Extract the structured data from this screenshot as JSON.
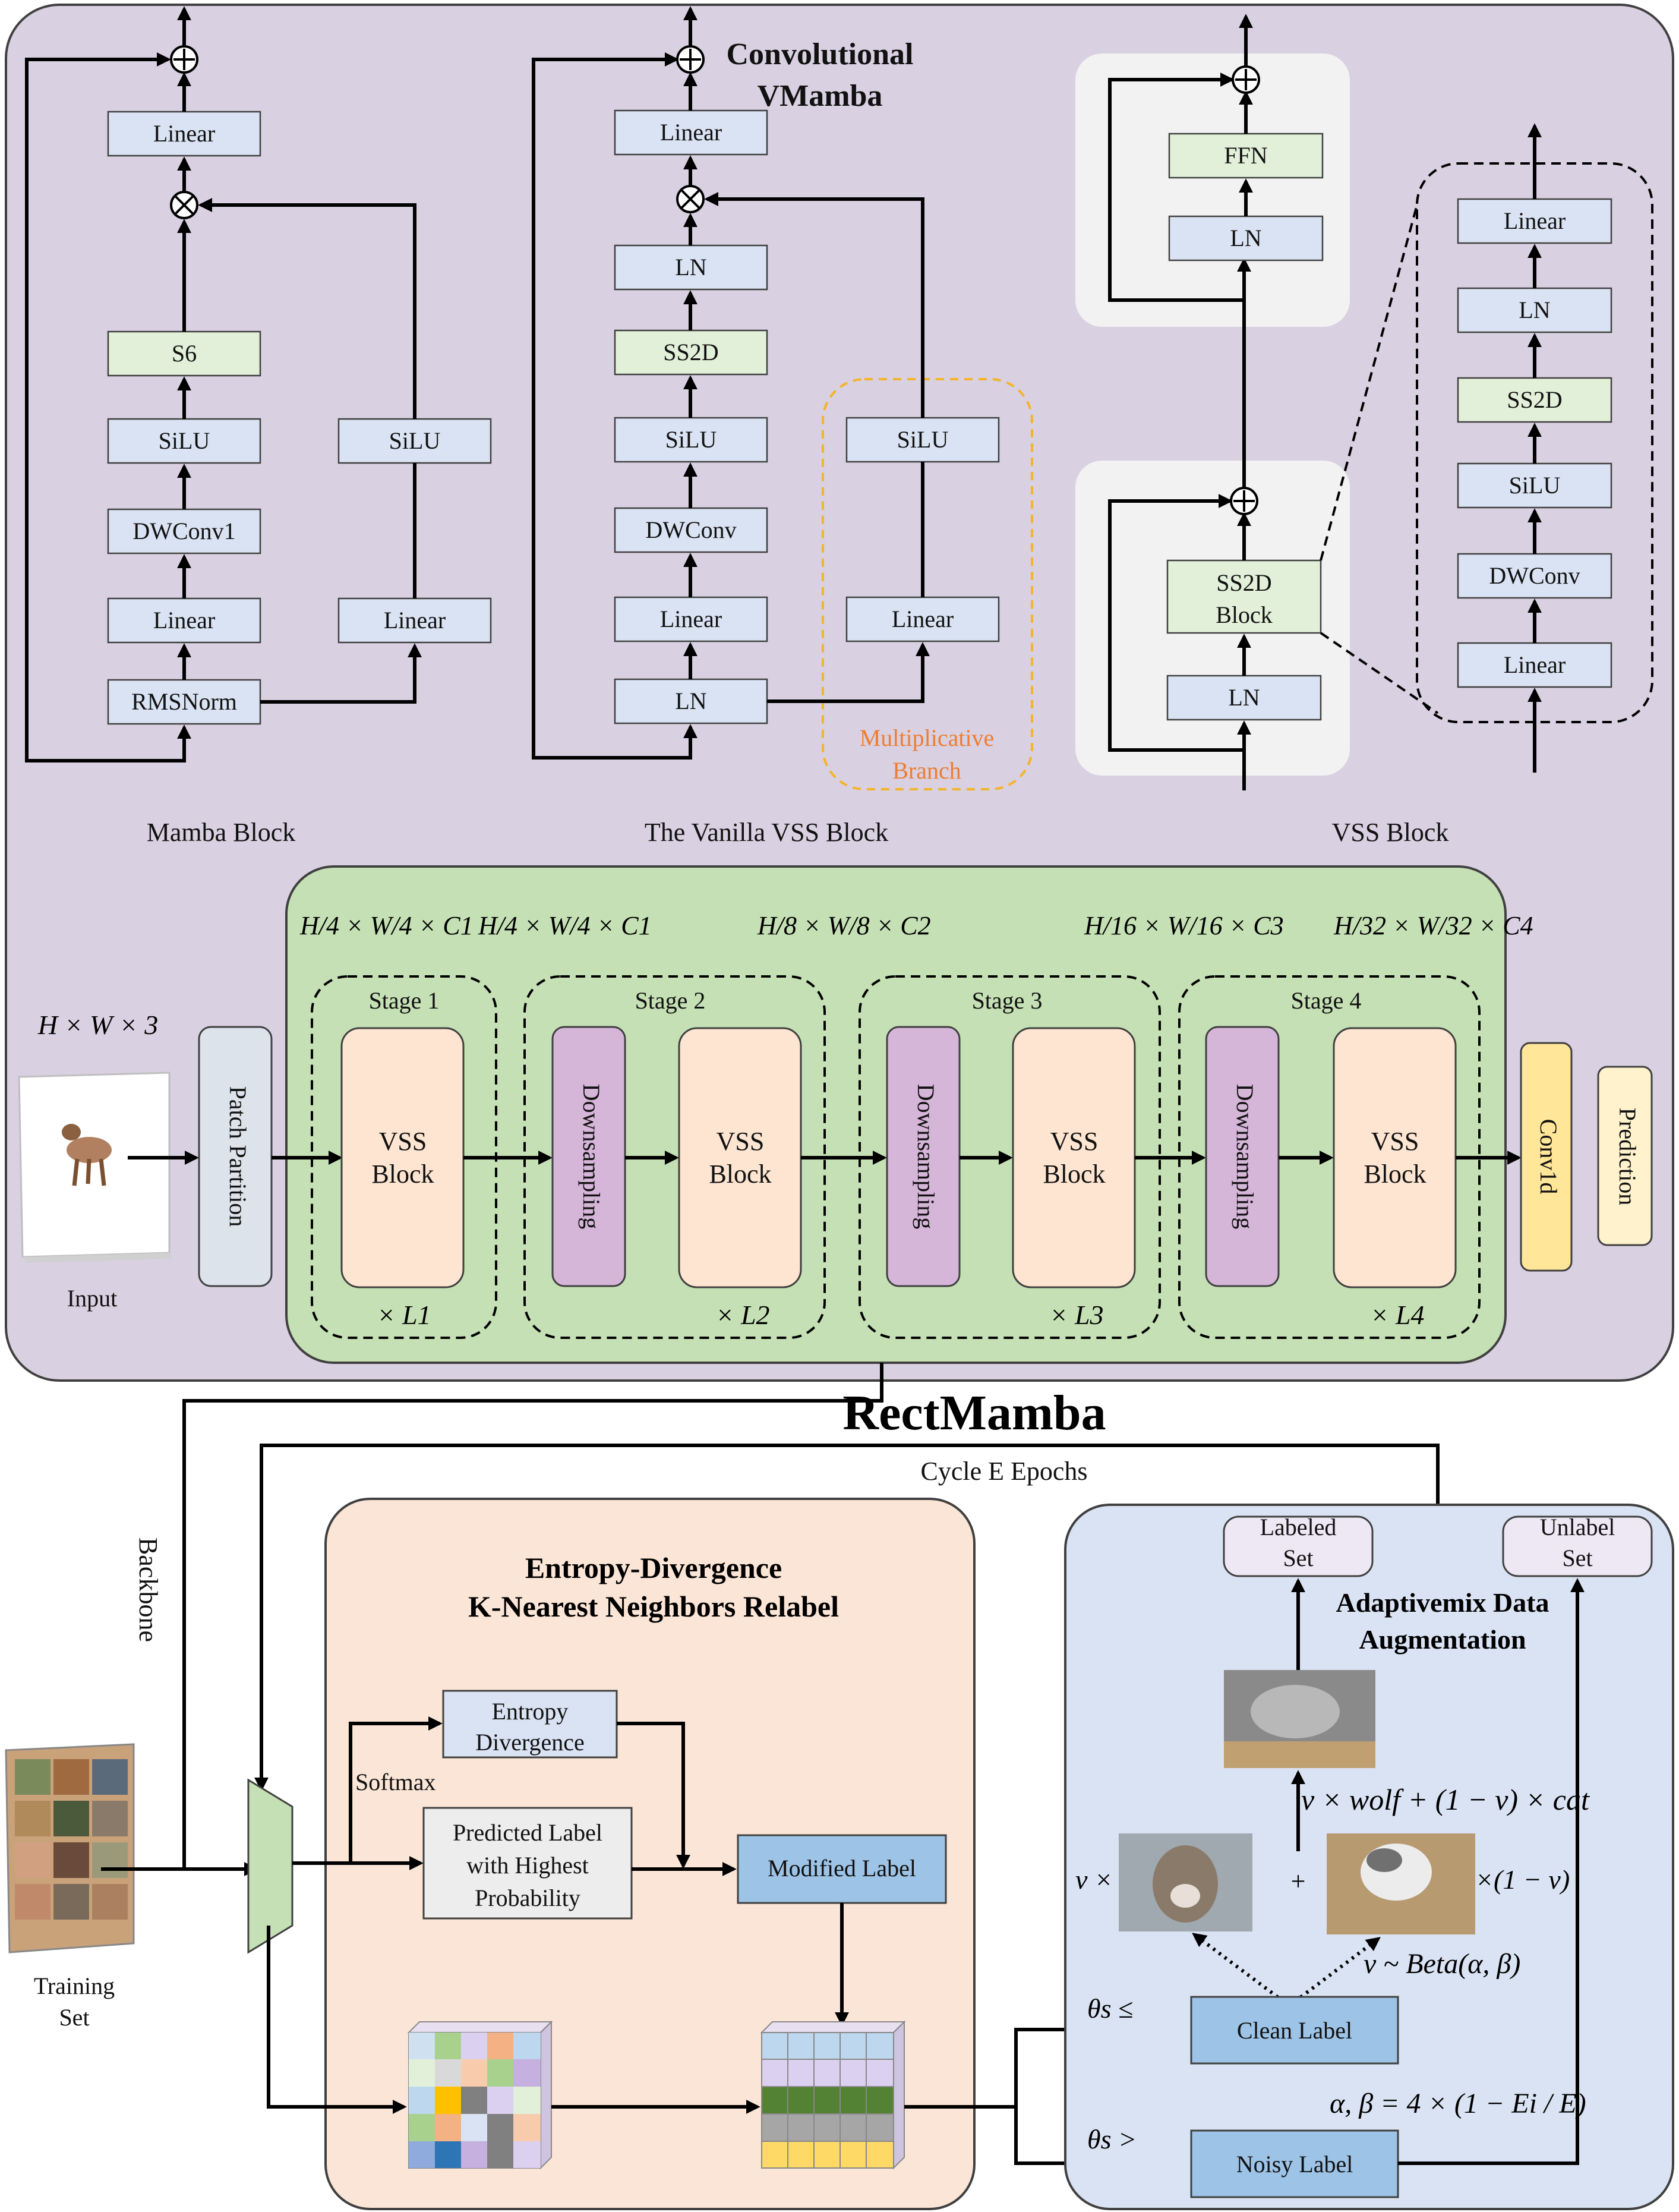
{
  "title": "RectMamba",
  "top_panel": {
    "title_line1": "Convolutional",
    "title_line2": "VMamba",
    "mamba_block": {
      "caption": "Mamba Block",
      "left_column": [
        "Linear",
        "S6",
        "SiLU",
        "DWConv1",
        "Linear",
        "RMSNorm"
      ],
      "right_column": [
        "SiLU",
        "Linear"
      ]
    },
    "vanilla_vss_block": {
      "caption": "The Vanilla VSS Block",
      "left_column": [
        "Linear",
        "LN",
        "SS2D",
        "SiLU",
        "DWConv",
        "Linear",
        "LN"
      ],
      "right_column": [
        "SiLU",
        "Linear"
      ],
      "branch_label_line1": "Multiplicative",
      "branch_label_line2": "Branch"
    },
    "vss_block": {
      "caption": "VSS Block",
      "upper_group": [
        "FFN",
        "LN"
      ],
      "lower_group": [
        "SS2D Block",
        "LN"
      ],
      "expanded": [
        "Linear",
        "LN",
        "SS2D",
        "SiLU",
        "DWConv",
        "Linear"
      ],
      "ss2d_line1": "SS2D",
      "ss2d_line2": "Block"
    },
    "pipeline": {
      "input_dims": "H × W × 3",
      "input_label": "Input",
      "patch_partition": "Patch Partition",
      "stages": [
        {
          "name": "Stage 1",
          "dims": "H/4 × W/4 × C1",
          "repeat": "× L1",
          "has_downsampling": false
        },
        {
          "name": "Stage 2",
          "dims": "H/8 × W/8 × C2",
          "repeat": "× L2",
          "has_downsampling": true
        },
        {
          "name": "Stage 3",
          "dims": "H/16 × W/16 × C3",
          "repeat": "× L3",
          "has_downsampling": true
        },
        {
          "name": "Stage 4",
          "dims": "H/32 × W/32 × C4",
          "repeat": "× L4",
          "has_downsampling": true
        }
      ],
      "patch_dims": "H/4 × W/4 × C1",
      "vss_line1": "VSS",
      "vss_line2": "Block",
      "downsampling": "Downsampling",
      "conv1d": "Conv1d",
      "prediction": "Prediction"
    }
  },
  "bottom": {
    "backbone_label": "Backbone",
    "cycle_label": "Cycle E Epochs",
    "training_set_line1": "Training",
    "training_set_line2": "Set",
    "relabel_panel": {
      "title_line1": "Entropy-Divergence",
      "title_line2": "K-Nearest Neighbors Relabel",
      "softmax": "Softmax",
      "entropy_line1": "Entropy",
      "entropy_line2": "Divergence",
      "predicted_line1": "Predicted Label",
      "predicted_line2": "with Highest",
      "predicted_line3": "Probability",
      "modified_label": "Modified Label"
    },
    "augment_panel": {
      "title_line1": "Adaptivemix Data",
      "title_line2": "Augmentation",
      "labeled_line1": "Labeled",
      "labeled_line2": "Set",
      "unlabel_line1": "Unlabel",
      "unlabel_line2": "Set",
      "mix_formula": "v × wolf + (1 − v) × cat",
      "v_times": "v ×",
      "plus": "+",
      "one_minus_v": "×(1 − v)",
      "beta": "v ~ Beta(α, β)",
      "clean_label": "Clean Label",
      "noisy_label": "Noisy Label",
      "theta_le": "θs ≤",
      "theta_gt": "θs >",
      "alpha_beta_formula": "α, β = 4 × (1 − Ei / E)"
    }
  },
  "colors": {
    "top_panel_bg": "#d9d0e1",
    "pipeline_bg": "#c5e0b4",
    "relabel_bg": "#fbe5d6",
    "augment_bg": "#dae3f3",
    "block_blue": "#dae3f3",
    "block_green": "#e2f0d9",
    "vss_peach": "#fde5d1",
    "downsampling_purple": "#d5b5d8",
    "conv1d_yellow": "#ffe699",
    "prediction_cream": "#fff2cc",
    "branch_orange": "#f4b42a",
    "branch_text": "#ed7d31"
  }
}
